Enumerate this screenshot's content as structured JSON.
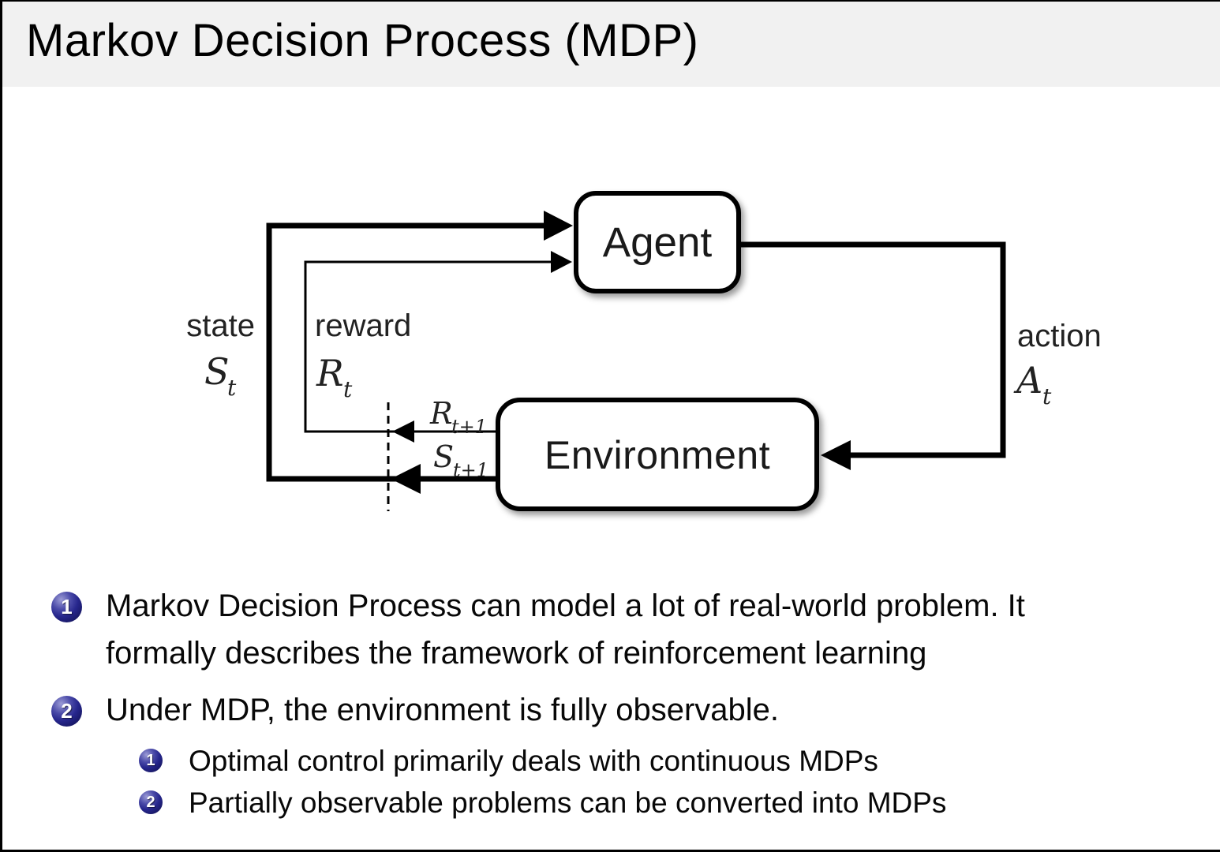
{
  "slide": {
    "title": "Markov Decision Process (MDP)"
  },
  "diagram": {
    "agent_label": "Agent",
    "environment_label": "Environment",
    "state_word": "state",
    "state_symbol": "S",
    "state_subscript": "t",
    "reward_word": "reward",
    "reward_symbol": "R",
    "reward_subscript": "t",
    "action_word": "action",
    "action_symbol": "A",
    "action_subscript": "t",
    "next_reward_symbol": "R",
    "next_reward_subscript": "t+1",
    "next_state_symbol": "S",
    "next_state_subscript": "t+1"
  },
  "bullets": {
    "items": [
      {
        "number": "1",
        "text": "Markov Decision Process can model a lot of real-world problem. It\nformally describes the framework of reinforcement learning"
      },
      {
        "number": "2",
        "text": "Under MDP, the environment is fully observable.",
        "subitems": [
          {
            "number": "1",
            "text": "Optimal control primarily deals with continuous MDPs"
          },
          {
            "number": "2",
            "text": "Partially observable problems can be converted into MDPs"
          }
        ]
      }
    ]
  },
  "colors": {
    "ball_blue": "#26268c",
    "title_bar_bg": "#f1f1f1",
    "line_black": "#000000",
    "box_fill": "#ffffff"
  }
}
